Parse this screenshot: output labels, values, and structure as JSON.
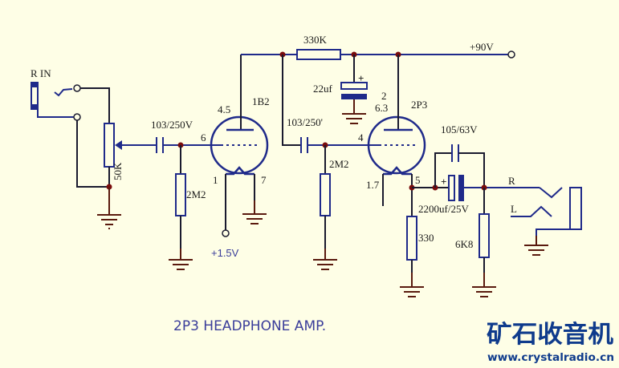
{
  "title": "2P3 HEADPHONE AMP.",
  "branding": {
    "chinese_name": "矿石收音机",
    "url": "www.crystalradio.cn"
  },
  "colors": {
    "background": "#fefee6",
    "wire": "#1a1a2e",
    "component": "#1f2a8a",
    "ground": "#5a1a0e",
    "node": "#7a0c0c",
    "brand": "#0f3b8c"
  },
  "input": {
    "jack_label": "R IN"
  },
  "components": {
    "pot": {
      "value": "50K"
    },
    "c_in": {
      "value": "103/250V"
    },
    "r_grid1": {
      "value": "2M2"
    },
    "tube1": {
      "type": "1B2",
      "pin_plate": "4.5",
      "pin_grid": "6",
      "pin_fil1": "1",
      "pin_fil2": "7"
    },
    "filament_supply": {
      "value": "+1.5V"
    },
    "r_plate": {
      "value": "330K"
    },
    "c_decouple": {
      "value": "22uf"
    },
    "c_couple": {
      "value": "103/250'"
    },
    "r_grid2": {
      "value": "2M2"
    },
    "tube2": {
      "type": "2P3",
      "pin_plate_a": "2",
      "pin_plate_b": "6.3",
      "pin_grid": "4",
      "pin_fil1": "1.7",
      "pin_fil2": "5"
    },
    "supply": {
      "value": "+90V"
    },
    "c_bypass": {
      "value": "105/63V"
    },
    "c_out": {
      "value": "2200uf/25V"
    },
    "r_cathode": {
      "value": "330"
    },
    "r_load": {
      "value": "6K8"
    }
  },
  "output": {
    "right_label": "R",
    "left_label": "L"
  }
}
